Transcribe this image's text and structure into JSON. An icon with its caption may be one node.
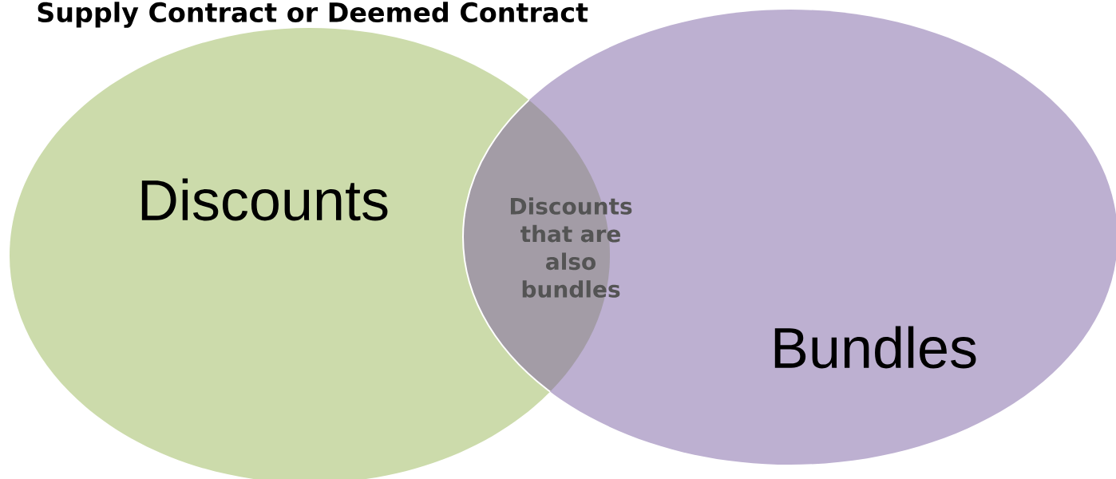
{
  "diagram": {
    "title": "Supply Contract or Deemed Contract",
    "nodes": [
      {
        "text": [
          "Discounts"
        ]
      },
      {
        "text": [
          "Bundles"
        ]
      },
      {
        "text": [
          "Discounts that are also bundles"
        ]
      }
    ]
  }
}
